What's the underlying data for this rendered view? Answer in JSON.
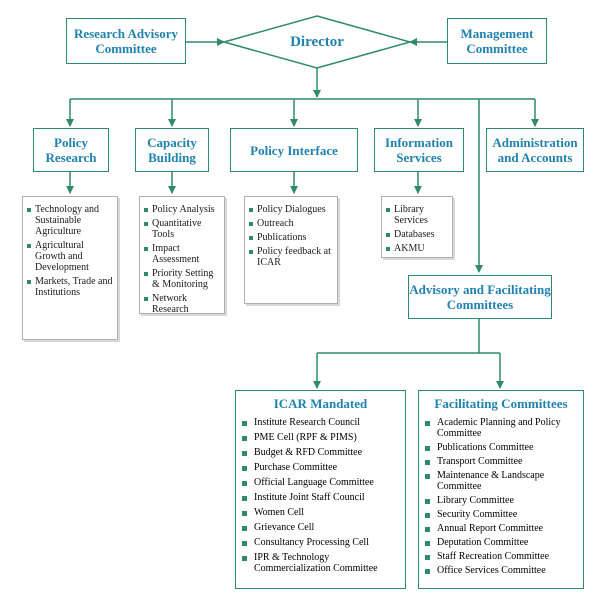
{
  "director": "Director",
  "research_advisory": "Research Advisory Committee",
  "management": "Management Committee",
  "units": {
    "policy_research": "Policy Research",
    "capacity_building": "Capacity Building",
    "policy_interface": "Policy Interface",
    "information_services": "Information Services",
    "administration": "Administration and Accounts",
    "advisory": "Advisory and Facilitating Committees"
  },
  "policy_research_items": [
    "Technology and Sustainable Agriculture",
    "Agricultural Growth and Development",
    "Markets, Trade and Institutions"
  ],
  "capacity_building_items": [
    "Policy Analysis",
    "Quantitative Tools",
    "Impact Assessment",
    "Priority Setting & Monitoring",
    "Network Research"
  ],
  "policy_interface_items": [
    "Policy Dialogues",
    "Outreach",
    "Publications",
    "Policy feedback at ICAR"
  ],
  "information_services_items": [
    "Library Services",
    "Databases",
    "AKMU"
  ],
  "icar_mandated": {
    "title": "ICAR Mandated",
    "items": [
      "Institute Research Council",
      "PME Cell (RPF & PIMS)",
      "Budget & RFD Committee",
      "Purchase  Committee",
      "Official Language Committee",
      "Institute Joint Staff Council",
      "Women Cell",
      "Grievance Cell",
      "Consultancy Processing Cell",
      "IPR & Technology Commercialization Committee"
    ]
  },
  "facilitating": {
    "title": "Facilitating Committees",
    "items": [
      "Academic Planning and Policy Committee",
      "Publications Committee",
      "Transport Committee",
      "Maintenance & Landscape Committee",
      "Library Committee",
      "Security Committee",
      "Annual Report Committee",
      "Deputation Committee",
      "Staff Recreation Committee",
      "Office Services Committee"
    ]
  },
  "colors": {
    "line": "#2f8a6b",
    "title_text": "#1f82b0"
  }
}
